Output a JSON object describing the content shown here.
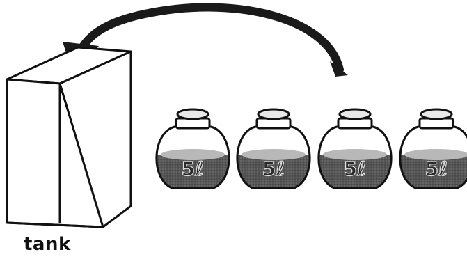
{
  "tank": {
    "label": "tank"
  },
  "jars": [
    {
      "volume_label": "5ℓ"
    },
    {
      "volume_label": "5ℓ"
    },
    {
      "volume_label": "5ℓ"
    },
    {
      "volume_label": "5ℓ"
    }
  ],
  "colors": {
    "outline": "#111111",
    "arrow": "#1a1a1a",
    "liquid": "#4a4a4a",
    "liquid_surface": "#b8b8b8",
    "label_fill": "#2a2a2a",
    "label_stroke": "#e0e0e0"
  }
}
